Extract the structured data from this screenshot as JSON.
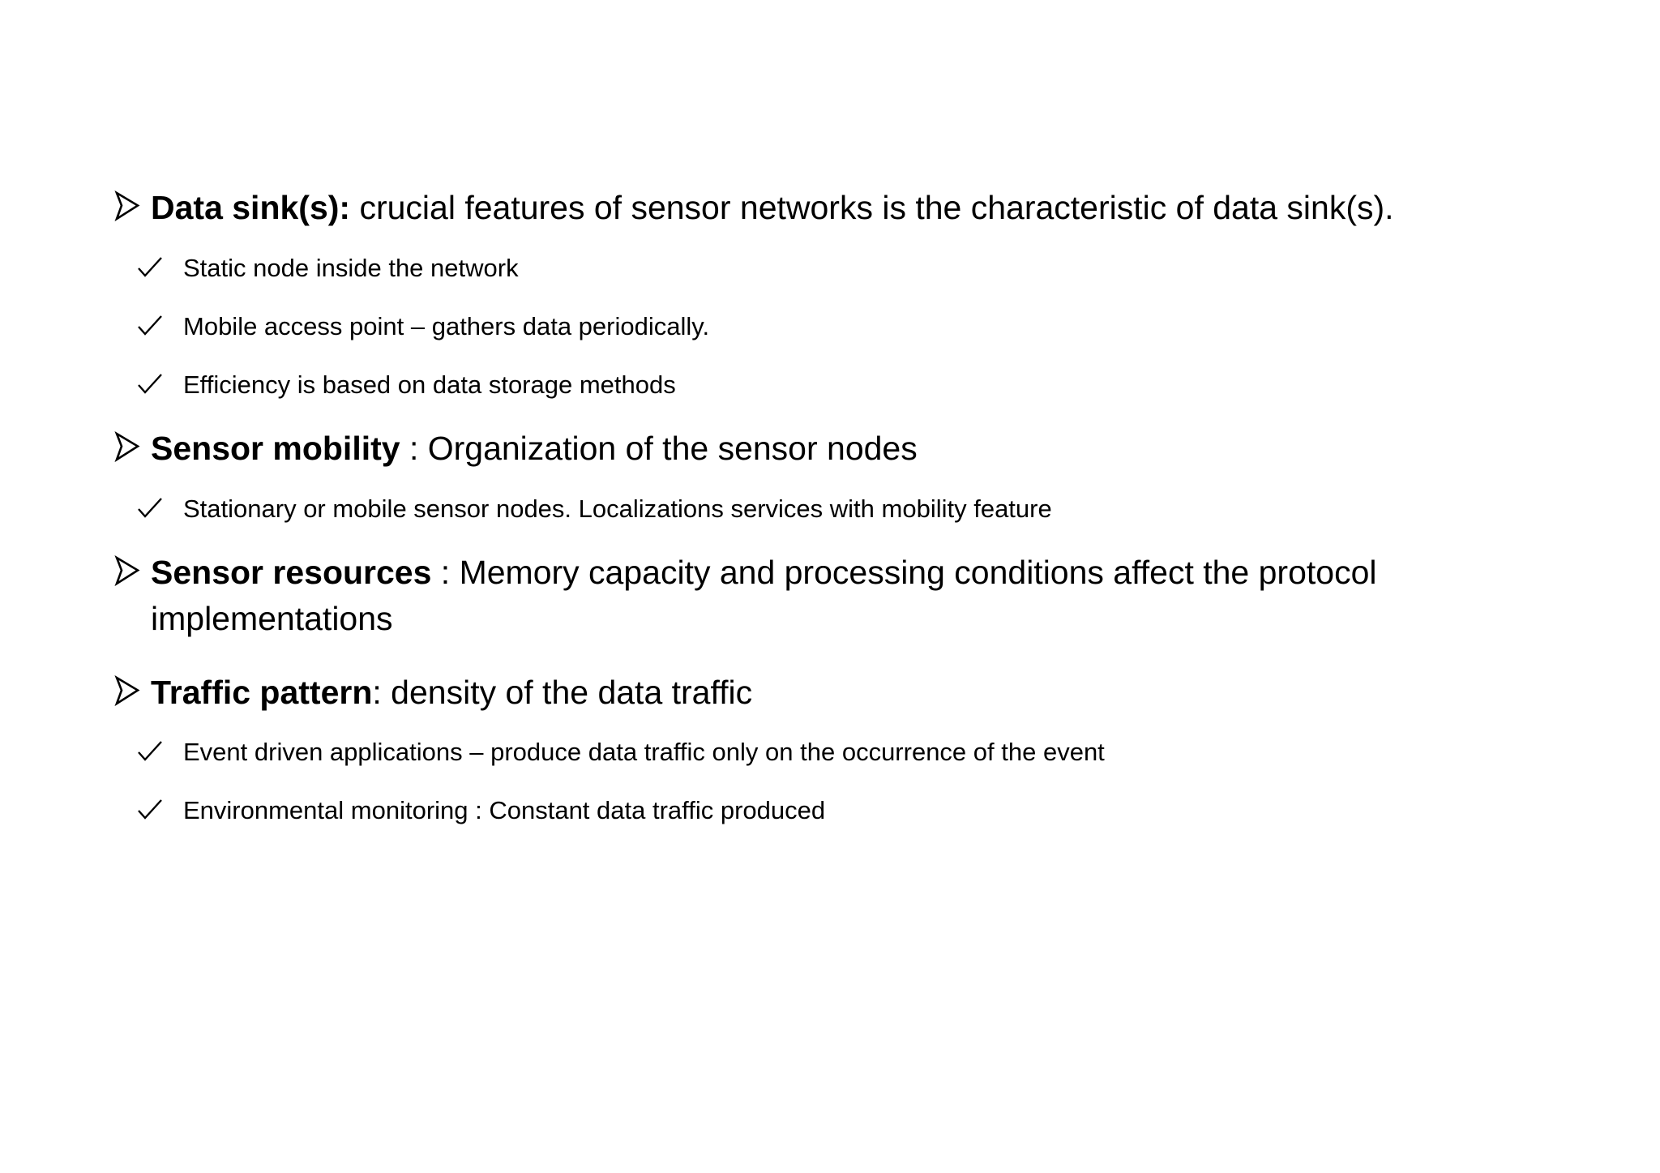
{
  "slide": {
    "background_color": "#ffffff",
    "text_color": "#000000",
    "bullet_level1_icon": "arrowhead-bullet-icon",
    "bullet_level2_icon": "checkmark-bullet-icon",
    "blocks": [
      {
        "id": "data-sinks",
        "heading_bold": "Data sink(s):",
        "heading_rest": " crucial features of sensor networks is the characteristic of data sink(s).",
        "sub_items": [
          "Static node inside the network",
          "Mobile access point – gathers data periodically.",
          "Efficiency is based on data storage methods"
        ]
      },
      {
        "id": "sensor-mobility",
        "heading_bold": "Sensor mobility",
        "heading_rest": " : Organization of the sensor nodes",
        "sub_items": [
          "Stationary or mobile sensor nodes. Localizations services with mobility feature"
        ]
      },
      {
        "id": "sensor-resources",
        "heading_bold": "Sensor resources",
        "heading_rest": " : Memory capacity and processing conditions affect the protocol implementations",
        "sub_items": []
      },
      {
        "id": "traffic-pattern",
        "heading_bold": "Traffic pattern",
        "heading_rest": ": density of the data traffic",
        "sub_items": [
          "Event driven applications – produce data traffic only on the occurrence of the event",
          "Environmental monitoring : Constant data traffic produced"
        ]
      }
    ]
  }
}
